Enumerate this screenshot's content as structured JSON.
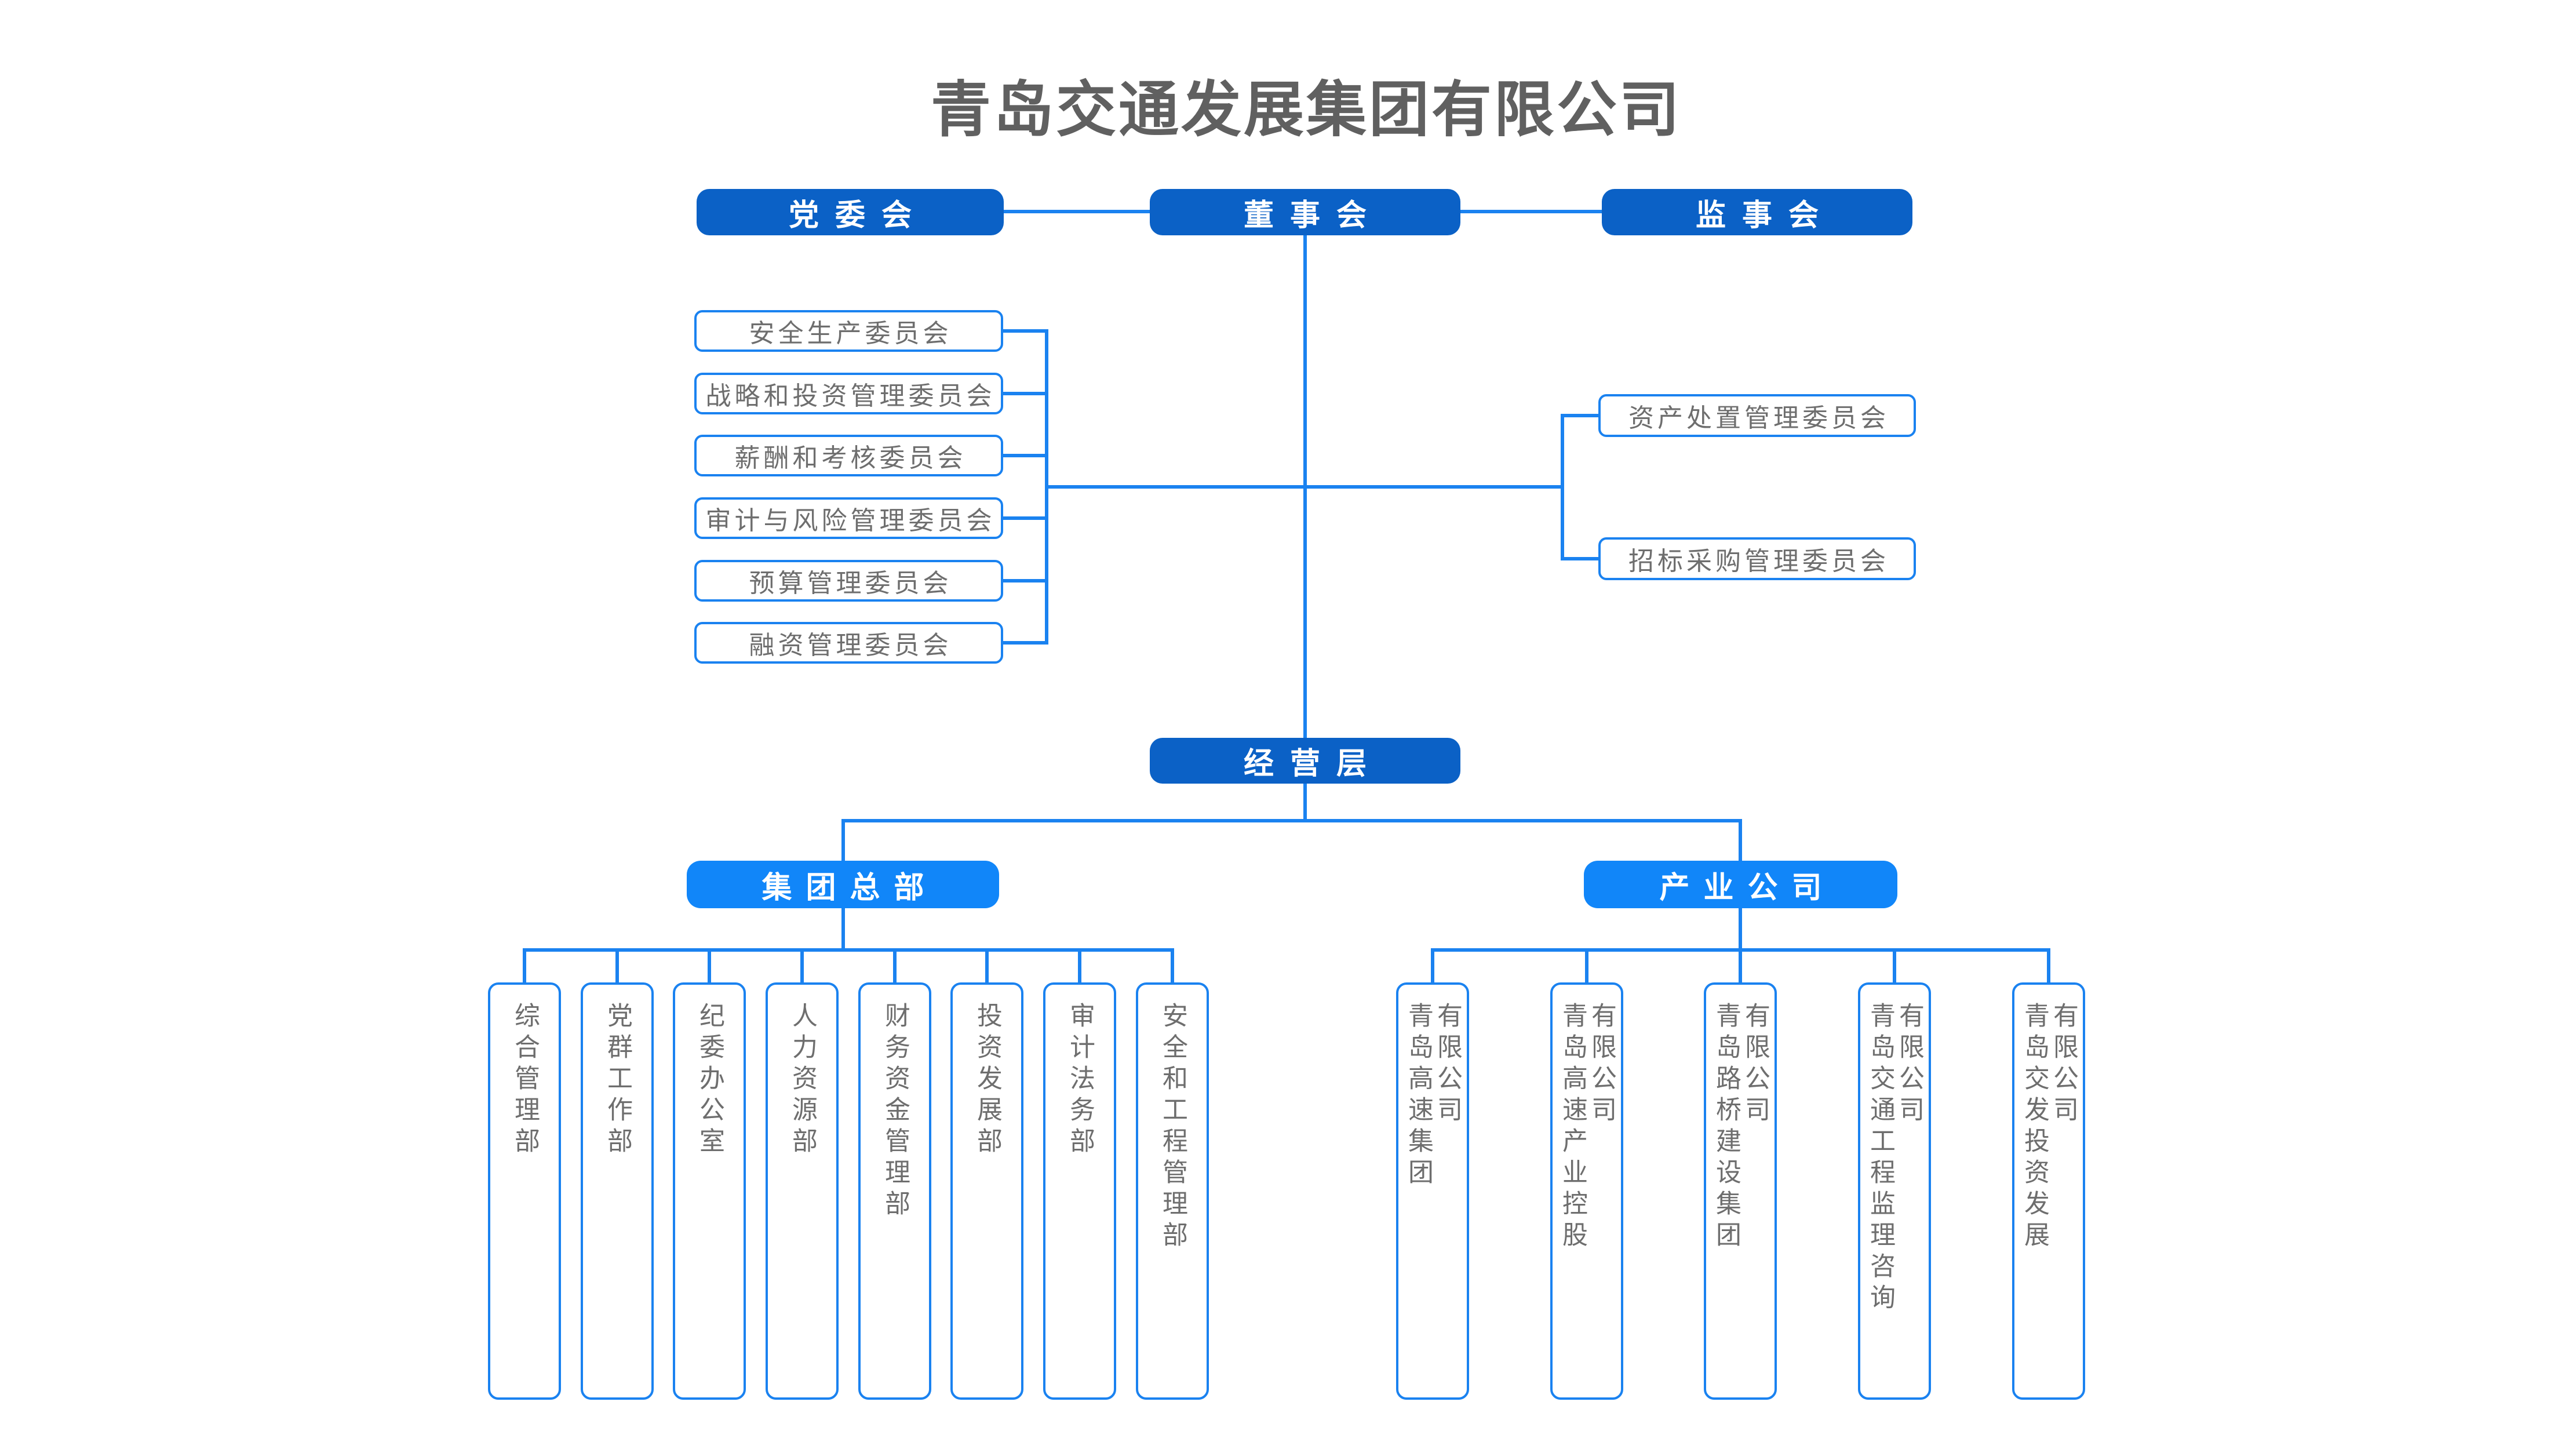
{
  "title": "青岛交通发展集团有限公司",
  "colors": {
    "dark_blue_node": "#0b61c6",
    "bright_blue_node": "#1186f9",
    "connector_blue": "#1a82f0",
    "node_text_white": "#ffffff",
    "outline_text_gray": "#6e6e6e",
    "title_gray": "#606060",
    "background": "#ffffff"
  },
  "governance": {
    "party_committee": "党委会",
    "board_of_directors": "董事会",
    "supervisory_board": "监事会"
  },
  "board_committees": [
    "安全生产委员会",
    "战略和投资管理委员会",
    "薪酬和考核委员会",
    "审计与风险管理委员会",
    "预算管理委员会",
    "融资管理委员会"
  ],
  "special_committees": [
    "资产处置管理委员会",
    "招标采购管理委员会"
  ],
  "management_layer": "经营层",
  "divisions": {
    "headquarters": "集团总部",
    "industry": "产业公司"
  },
  "headquarters_departments": [
    "综合管理部",
    "党群工作部",
    "纪委办公室",
    "人力资源部",
    "财务资金管理部",
    "投资发展部",
    "审计法务部",
    "安全和工程管理部"
  ],
  "industry_companies": [
    "青岛高速集团\n有限公司",
    "青岛高速产业控股\n有限公司",
    "青岛路桥建设集团\n有限公司",
    "青岛交通工程监理咨询\n有限公司",
    "青岛交发投资发展\n有限公司"
  ]
}
